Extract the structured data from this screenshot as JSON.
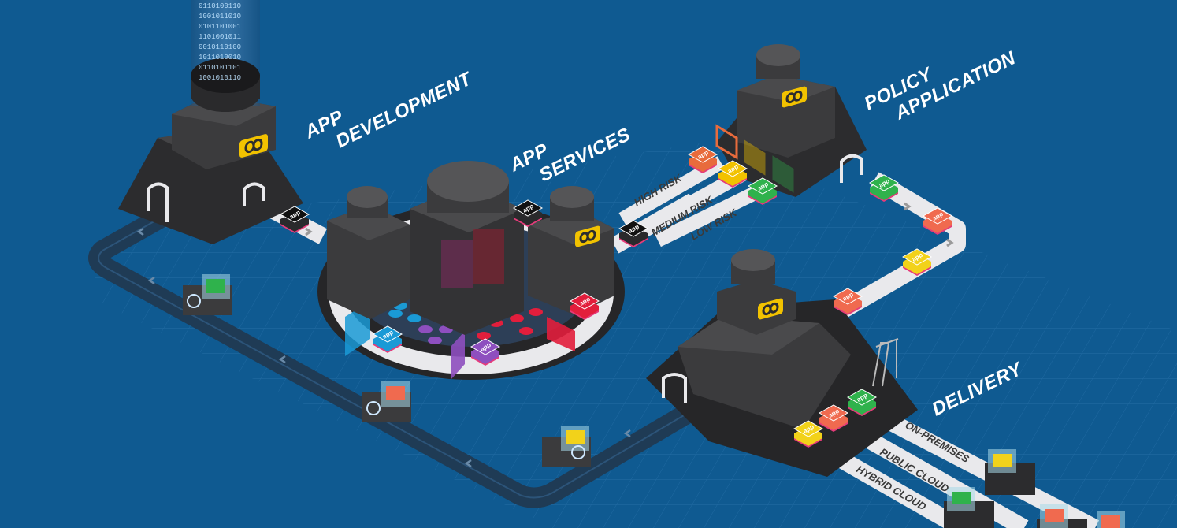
{
  "labels": {
    "app_development": [
      "APP",
      "DEVELOPMENT"
    ],
    "app_services": [
      "APP",
      "SERVICES"
    ],
    "policy_application": [
      "POLICY",
      "APPLICATION"
    ],
    "delivery": [
      "DELIVERY"
    ]
  },
  "risk_lanes": [
    "HIGH RISK",
    "MEDIUM RISK",
    "LOW RISK"
  ],
  "delivery_lanes": [
    "ON-PREMISES",
    "PUBLIC CLOUD",
    "HYBRID CLOUD"
  ],
  "app_tag": "app",
  "data_stream": "0110100110\n1001011010\n0101101001\n1101001011\n0010110100\n1011010010\n0110101101\n1001010110",
  "colors": {
    "background": "#0f5a91",
    "building": "#3b3b3d",
    "road": "#e9e9ec",
    "track": "#1f3b55",
    "logo": "#f2c200",
    "risk_high": "#e86b3c",
    "risk_medium": "#f2c200",
    "risk_low": "#2fb24c",
    "tag_green": "#2fb24c",
    "tag_orange": "#f06a4f",
    "tag_yellow": "#f2d21a",
    "tag_blue": "#1a9ad6",
    "tag_purple": "#8e4fbf",
    "tag_red": "#e21e3c"
  }
}
